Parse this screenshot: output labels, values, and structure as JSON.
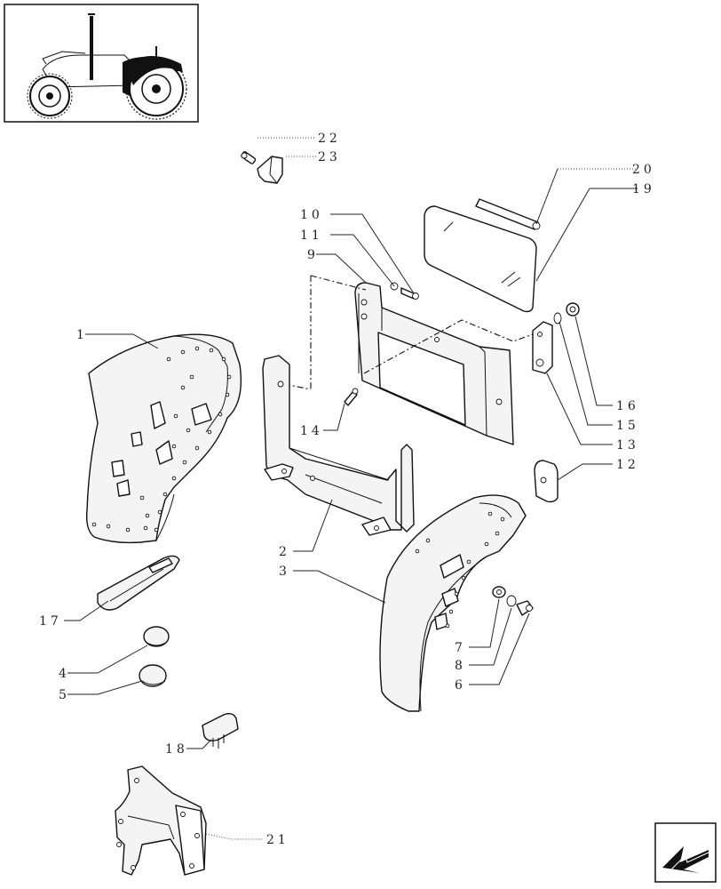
{
  "callouts": {
    "c1": "1",
    "c2": "2",
    "c3": "3",
    "c4": "4",
    "c5": "5",
    "c6": "6",
    "c7": "7",
    "c8": "8",
    "c9": "9",
    "c10": "10",
    "c11": "11",
    "c12": "12",
    "c13": "13",
    "c14": "14",
    "c15": "15",
    "c16": "16",
    "c17": "17",
    "c18": "18",
    "c19": "19",
    "c20": "20",
    "c21": "21",
    "c22": "22",
    "c23": "23"
  },
  "icons": {
    "thumbnail": "tractor-thumbnail-icon",
    "nav": "next-page-arrow-icon"
  },
  "colors": {
    "line": "#111111",
    "fill": "#f4f4f4",
    "background": "#ffffff"
  }
}
